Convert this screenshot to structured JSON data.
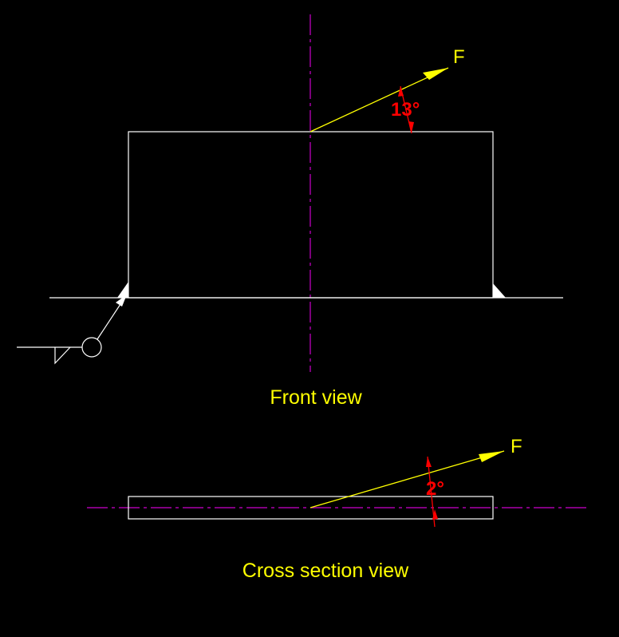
{
  "colors": {
    "background": "#000000",
    "outline": "#ffffff",
    "force": "#ffff00",
    "dimension": "#ff0000",
    "centerline": "#cc00cc"
  },
  "front_view": {
    "label": "Front view",
    "force_label": "F",
    "angle_label": "13°",
    "force_angle_deg": 13
  },
  "cross_section_view": {
    "label": "Cross section view",
    "force_label": "F",
    "angle_label": "2°",
    "force_angle_deg": 2
  },
  "weld_symbol": {
    "type": "fillet",
    "weld_all_around": true
  }
}
